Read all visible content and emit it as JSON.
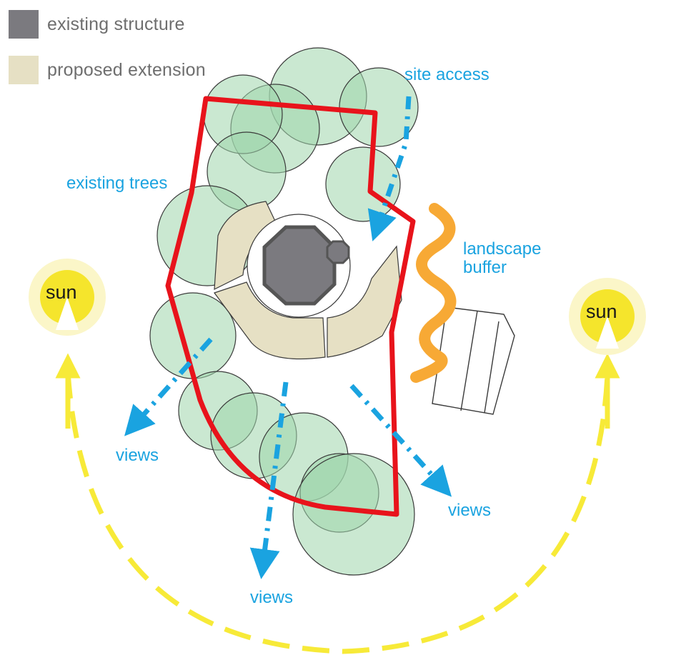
{
  "legend": {
    "existing_structure": {
      "label": "existing structure",
      "color": "#7b7a7f"
    },
    "proposed_extension": {
      "label": "proposed extension",
      "color": "#e6e0c4"
    }
  },
  "labels": {
    "site_access": "site access",
    "existing_trees": "existing trees",
    "landscape_buffer_line1": "landscape",
    "landscape_buffer_line2": "buffer",
    "views_left": "views",
    "views_bottom": "views",
    "views_right": "views",
    "sun_left": "sun",
    "sun_right": "sun"
  },
  "colors": {
    "boundary": "#e8131b",
    "trees": "#9fd6ab",
    "arrows": "#1aa3e0",
    "sun": "#f5e52c",
    "sun_halo": "#fbf6c8",
    "sun_path": "#f7ea38",
    "buffer": "#f7a935",
    "label_text": "#1aa3e0"
  }
}
